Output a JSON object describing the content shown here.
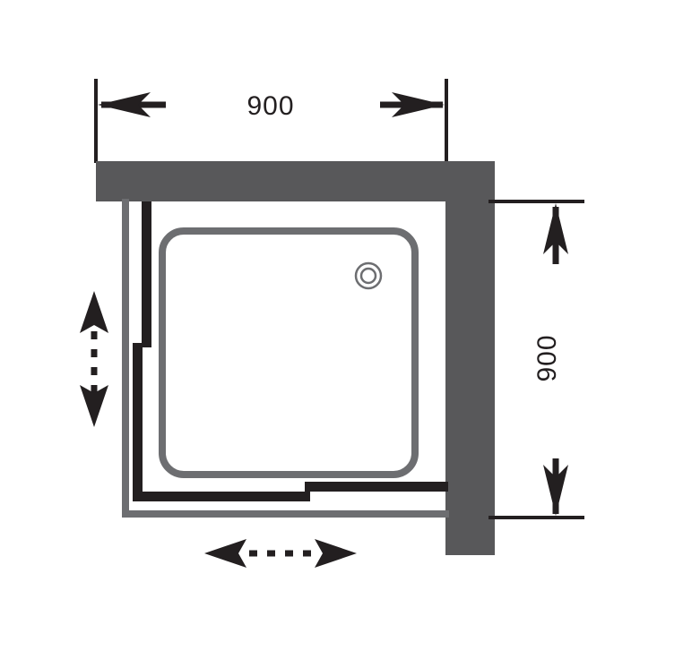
{
  "drawing": {
    "type": "technical-plan-view",
    "subject": "square-shower-enclosure-plan",
    "dimensions": {
      "top": {
        "label": "900",
        "orientation": "horizontal",
        "unit_implied": "mm"
      },
      "right": {
        "label": "900",
        "orientation": "vertical-rotated",
        "unit_implied": "mm"
      }
    },
    "motion_indicators": {
      "left": {
        "name": "vertical-sliding-door-motion",
        "direction": "up-down",
        "style": "dashed-double-arrow"
      },
      "bottom": {
        "name": "horizontal-sliding-door-motion",
        "direction": "left-right",
        "style": "dashed-double-arrow"
      }
    },
    "components": {
      "wall": "L-shaped corner wall",
      "tray": "rounded-square shower tray",
      "drain": "concentric circle waste outlet",
      "door_panels": "overlapping sliding glass panels",
      "frame": "enclosure frame rails"
    }
  },
  "colors": {
    "wall": "#58585a",
    "frame": "#6d6e71",
    "tray_outline": "#6d6e71",
    "door_panel": "#231f20",
    "dimension_line": "#231f20",
    "text": "#231f20",
    "background": "#ffffff"
  }
}
